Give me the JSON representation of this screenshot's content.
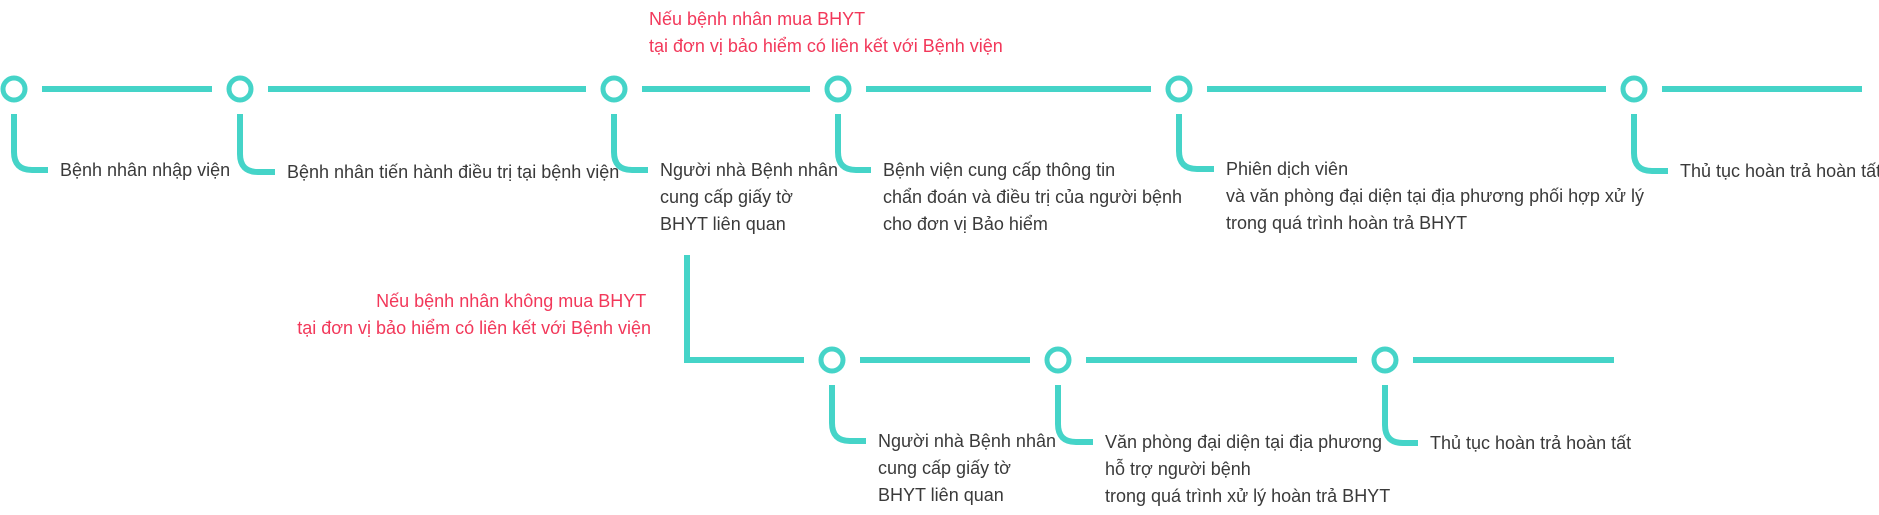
{
  "colors": {
    "accent": "#45d4c8",
    "condition": "#f2385a",
    "text": "#3a3a3a"
  },
  "condition_top": [
    "Nếu bệnh nhân mua BHYT",
    "tại đơn vị bảo hiểm có liên kết với Bệnh viện"
  ],
  "condition_bottom": [
    "Nếu bệnh nhân không mua BHYT",
    "tại đơn vị  bảo hiểm có liên kết với Bệnh viện"
  ],
  "main_steps": [
    {
      "lines": [
        "Bệnh nhân nhập viện"
      ]
    },
    {
      "lines": [
        "Bệnh nhân tiến hành điều trị tại bệnh viện"
      ]
    },
    {
      "lines": [
        "Người nhà Bệnh nhân",
        "cung cấp giấy tờ",
        "BHYT liên quan"
      ]
    },
    {
      "lines": [
        "Bệnh viện cung cấp thông tin",
        "chẩn đoán và điều trị của người bệnh",
        "cho đơn vị Bảo hiểm"
      ]
    },
    {
      "lines": [
        "Phiên dịch viên",
        "và văn phòng đại diện tại địa phương phối hợp xử lý",
        "trong quá trình hoàn trả BHYT"
      ]
    },
    {
      "lines": [
        "Thủ tục hoàn trả hoàn tất"
      ]
    }
  ],
  "branch_steps": [
    {
      "lines": [
        "Người nhà Bệnh nhân",
        "cung cấp giấy tờ",
        "BHYT liên quan"
      ]
    },
    {
      "lines": [
        "Văn phòng đại diện tại địa phương",
        "hỗ trợ người bệnh",
        "trong quá trình xử lý hoàn trả BHYT"
      ]
    },
    {
      "lines": [
        "Thủ tục hoàn trả hoàn tất"
      ]
    }
  ]
}
